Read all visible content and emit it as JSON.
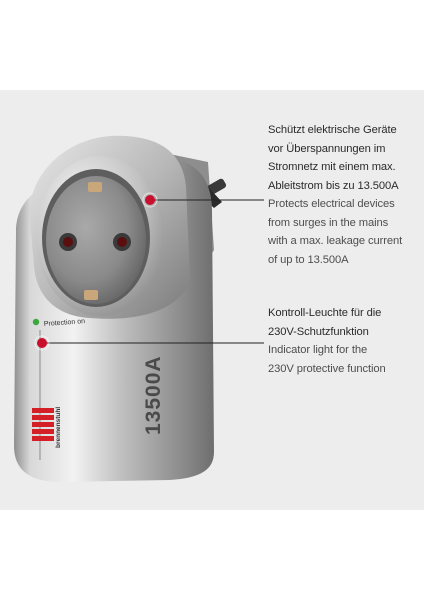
{
  "callouts": [
    {
      "de_lines": [
        "Schützt elektrische Geräte",
        "vor Überspannungen im",
        "Stromnetz mit einem max.",
        "Ableitstrom bis zu 13.500A"
      ],
      "en_lines": [
        "Protects electrical devices",
        "from surges in the mains",
        "with a max. leakage current",
        "of up to 13.500A"
      ]
    },
    {
      "de_lines": [
        "Kontroll-Leuchte für die",
        "230V-Schutzfunktion"
      ],
      "en_lines": [
        "Indicator light for the",
        "230V protective function"
      ]
    }
  ],
  "device": {
    "indicator_label": "Protection on",
    "rating": "13500A",
    "brand": "brennenstuhl"
  },
  "colors": {
    "background": "#ededed",
    "marker": "#c8102e",
    "brand_red": "#d41f26",
    "line": "#222222"
  }
}
